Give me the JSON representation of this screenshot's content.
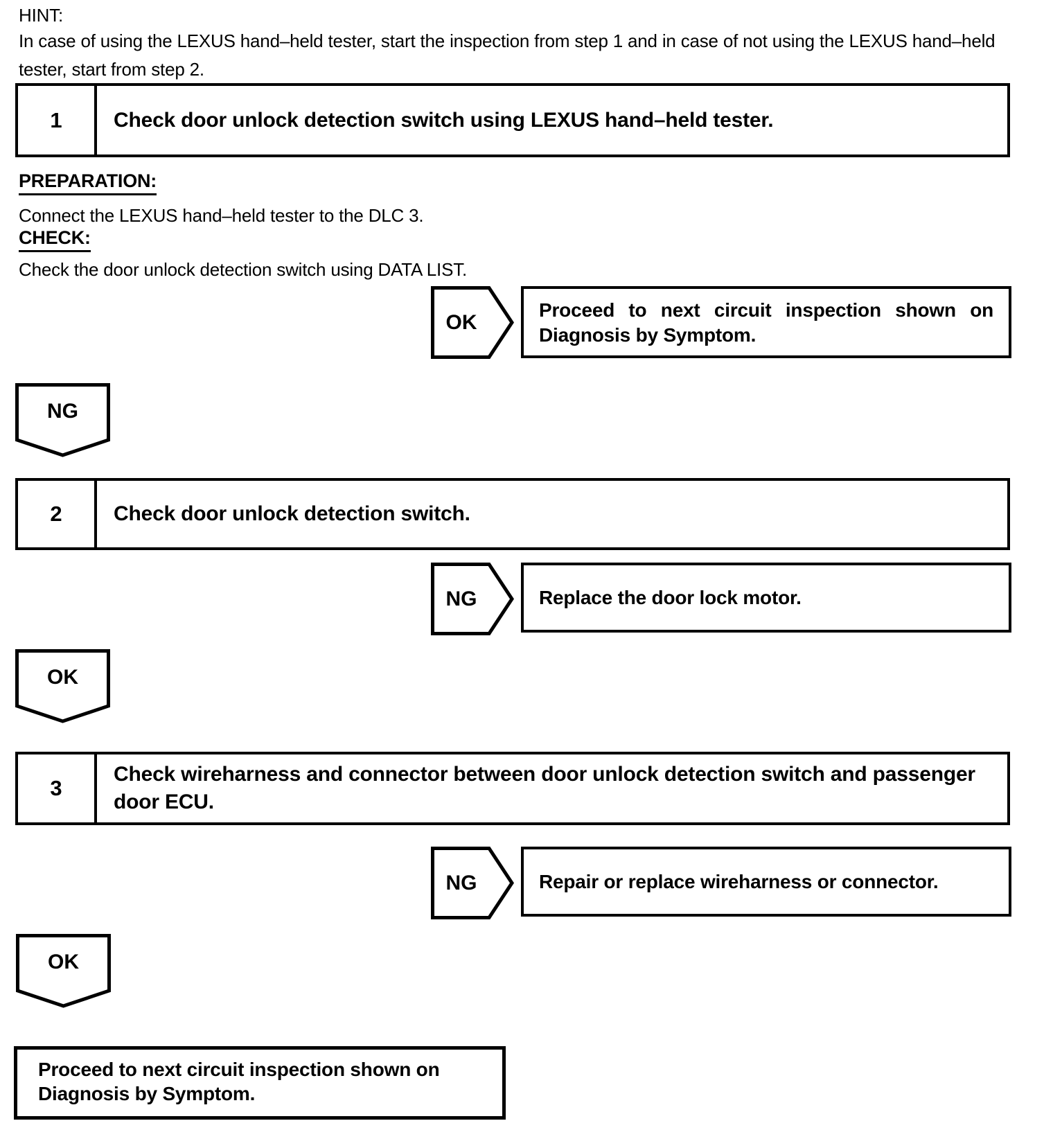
{
  "hint": {
    "label": "HINT:",
    "text": "In case of using the LEXUS hand–held tester, start the inspection from step 1 and in case of not using the LEXUS hand–held tester, start from step 2."
  },
  "step1": {
    "number": "1",
    "title": "Check door unlock detection switch using LEXUS hand–held tester."
  },
  "procedure": {
    "preparation_label": "PREPARATION:",
    "preparation_text": "Connect the LEXUS hand–held tester to the DLC 3.",
    "check_label": "CHECK:",
    "check_text": "Check the door unlock detection switch using DATA LIST."
  },
  "branch_ok1": {
    "label": "OK",
    "result": "Proceed to next circuit inspection shown on Diagnosis by Symptom."
  },
  "connector_ng1": {
    "label": "NG"
  },
  "step2": {
    "number": "2",
    "title": "Check door unlock detection switch."
  },
  "branch_ng2": {
    "label": "NG",
    "result": "Replace the door lock motor."
  },
  "connector_ok2": {
    "label": "OK"
  },
  "step3": {
    "number": "3",
    "title": "Check wireharness and connector between door unlock detection switch and passenger door ECU."
  },
  "branch_ng3": {
    "label": "NG",
    "result": "Repair or replace wireharness or connector."
  },
  "connector_ok3": {
    "label": "OK"
  },
  "final": {
    "text": "Proceed to next circuit inspection shown on Diagnosis by Symptom."
  },
  "colors": {
    "ink": "#000000",
    "paper": "#ffffff"
  }
}
